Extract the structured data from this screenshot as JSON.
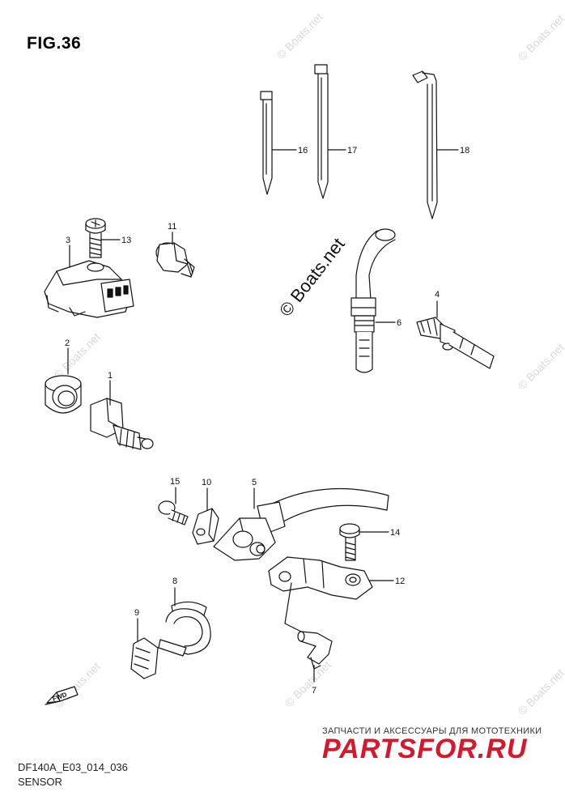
{
  "figure": {
    "title": "FIG.36",
    "code": "DF140A_E03_014_036",
    "subtitle": "SENSOR"
  },
  "callouts": [
    "16",
    "17",
    "18",
    "3",
    "13",
    "11",
    "6",
    "4",
    "2",
    "1",
    "15",
    "10",
    "5",
    "14",
    "12",
    "8",
    "9",
    "7"
  ],
  "watermark": {
    "text": "© Boats.net",
    "center_text": "© Boats.net"
  },
  "direction_marker": "FWD",
  "branding": {
    "sub": "ЗАПЧАСТИ И АКСЕССУАРЫ ДЛЯ МОТОТЕХНИКИ",
    "logo": "PARTSFOR.RU",
    "color": "#d8172a"
  }
}
